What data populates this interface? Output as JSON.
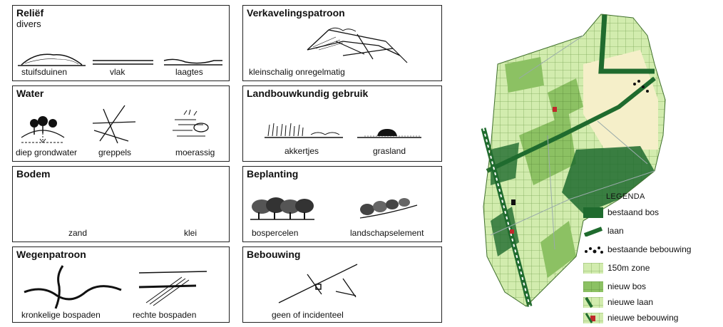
{
  "panels": {
    "relief": {
      "title": "Reliëf",
      "subtitle": "divers",
      "labels": [
        "stuifsduinen",
        "vlak",
        "laagtes"
      ]
    },
    "verkaveling": {
      "title": "Verkavelingspatroon",
      "labels": [
        "kleinschalig onregelmatig"
      ]
    },
    "water": {
      "title": "Water",
      "labels": [
        "diep grondwater",
        "greppels",
        "moerassig"
      ]
    },
    "landbouw": {
      "title": "Landbouwkundig gebruik",
      "labels": [
        "akkertjes",
        "grasland"
      ]
    },
    "bodem": {
      "title": "Bodem",
      "labels": [
        "zand",
        "klei"
      ]
    },
    "beplanting": {
      "title": "Beplanting",
      "labels": [
        "bospercelen",
        "landschapselement"
      ]
    },
    "wegen": {
      "title": "Wegenpatroon",
      "labels": [
        "kronkelige bospaden",
        "rechte bospaden"
      ]
    },
    "bebouwing": {
      "title": "Bebouwing",
      "labels": [
        "geen of incidenteel"
      ]
    }
  },
  "legend": {
    "title": "LEGENDA",
    "items": [
      {
        "label": "bestaand bos",
        "icon": "dark-green-fill"
      },
      {
        "label": "laan",
        "icon": "dark-green-line"
      },
      {
        "label": "bestaande bebouwing",
        "icon": "black-dots"
      },
      {
        "label": "150m zone",
        "icon": "light-green-grid"
      },
      {
        "label": "nieuw bos",
        "icon": "medium-green-grid"
      },
      {
        "label": "nieuwe laan",
        "icon": "green-line-grid"
      },
      {
        "label": "nieuwe bebouwing",
        "icon": "red-house-grid"
      }
    ]
  },
  "colors": {
    "dark_green": "#1f6b2e",
    "medium_green": "#8cc163",
    "light_green": "#d2ecae",
    "cream": "#f5efc9",
    "red": "#c0282b"
  }
}
